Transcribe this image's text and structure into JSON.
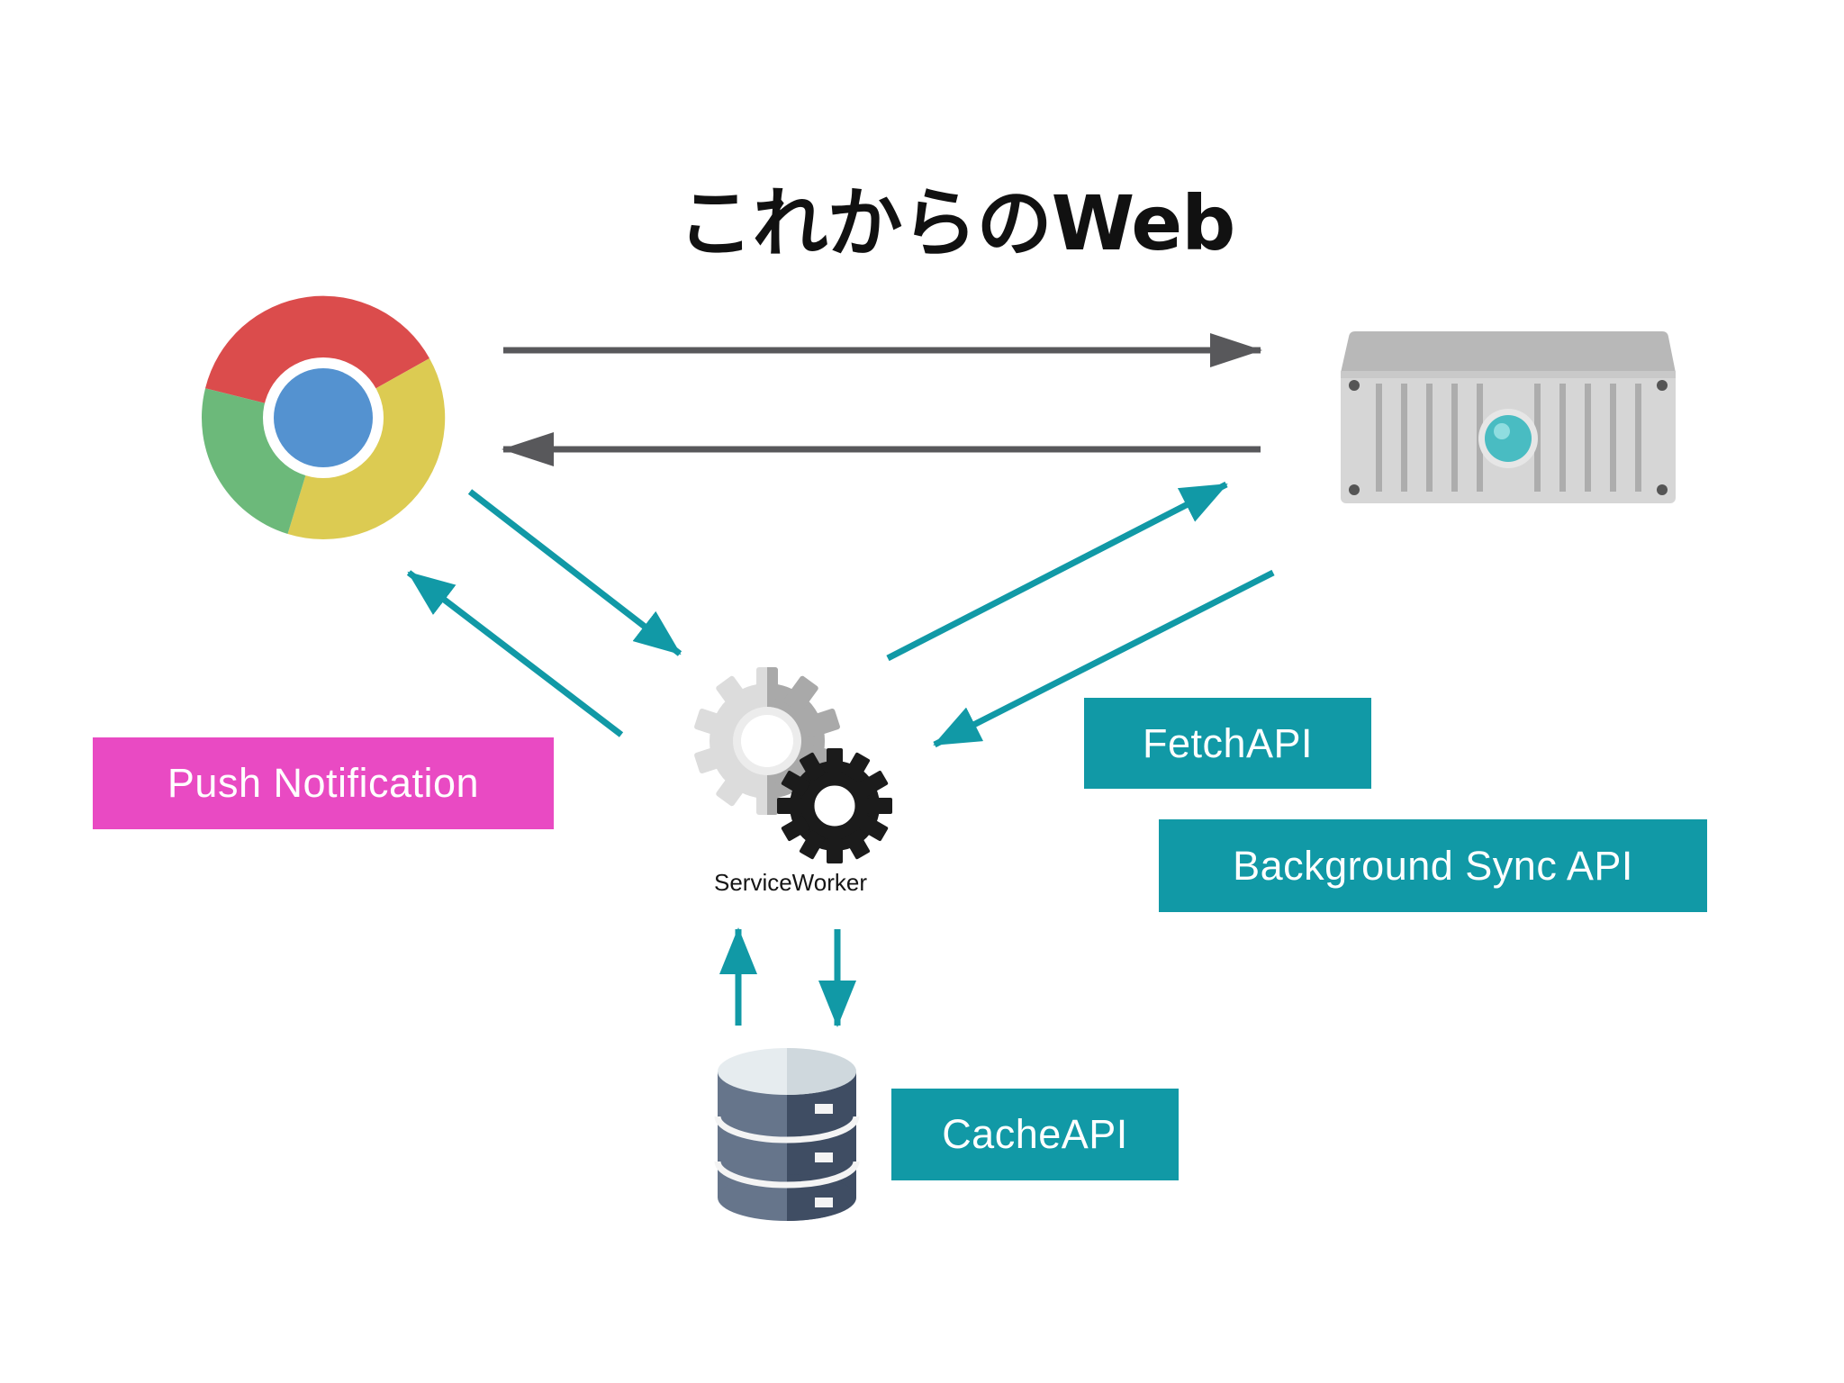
{
  "title": "これからのWeb",
  "nodes": {
    "browser": {
      "icon": "chrome-browser-icon"
    },
    "server": {
      "icon": "server-icon"
    },
    "service_worker": {
      "icon": "gears-icon",
      "label": "ServiceWorker"
    },
    "cache": {
      "icon": "database-icon"
    }
  },
  "labels": {
    "push_notification": "Push Notification",
    "fetch_api": "FetchAPI",
    "background_sync_api": "Background Sync API",
    "cache_api": "CacheAPI"
  },
  "colors": {
    "teal": "#1199a6",
    "magenta": "#e94ac3",
    "arrow_dark": "#58585b"
  }
}
